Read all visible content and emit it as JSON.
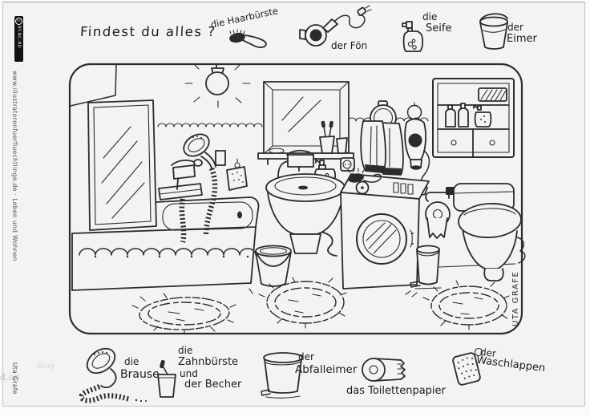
{
  "colors": {
    "ink": "#2b2b2b",
    "paper": "#f3f3f1",
    "outside": "#fbfbfa",
    "border": "#c2c2c2"
  },
  "page": {
    "title": "Findest du alles ?",
    "license": {
      "logo": "cc",
      "text": "BY-NC-ND"
    },
    "credit_vertical": "www.illustratorenfuerfluechtlinge.de · Leben und Wohnen",
    "author": "Uta Grafe",
    "signature": "UTA GRAFE",
    "watermarks": {
      "bottom_left": "d.og",
      "near_author": "blog"
    }
  },
  "vocab_top": [
    {
      "id": "haarbuerste",
      "label": "die Haarbürste",
      "icon": "hairbrush-icon"
    },
    {
      "id": "foen",
      "label": "der Fön",
      "icon": "hairdryer-icon"
    },
    {
      "id": "seife",
      "line1": "die",
      "line2": "Seife",
      "icon": "soap-dispenser-icon"
    },
    {
      "id": "eimer",
      "line1": "der",
      "line2": "Eimer",
      "icon": "bucket-icon"
    }
  ],
  "vocab_bottom": [
    {
      "id": "brause",
      "line1": "die",
      "line2": "Brause",
      "icon": "hand-shower-icon"
    },
    {
      "id": "zahnbuerste",
      "line1": "die",
      "line2": "Zahnbürste",
      "line3": "und",
      "line4": "der Becher",
      "icon": "toothbrush-cup-icon"
    },
    {
      "id": "abfalleimer",
      "line1": "der",
      "line2": "Abfalleimer",
      "icon": "pedal-bin-icon"
    },
    {
      "id": "toilettenpapier",
      "label": "das Toilettenpapier",
      "icon": "toilet-paper-icon"
    },
    {
      "id": "waschlappen",
      "line1": "der",
      "line2": "Waschlappen",
      "icon": "washcloth-icon"
    }
  ]
}
